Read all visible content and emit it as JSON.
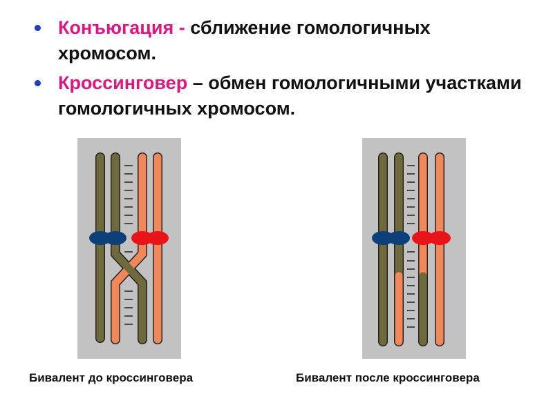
{
  "definitions": [
    {
      "term": "Конъюгация",
      "dash": " - ",
      "text": "сближение гомологичных хромосом."
    },
    {
      "term": "Кроссинговер",
      "dash": " – ",
      "text": "обмен гомологичными участками гомологичных хромосом."
    }
  ],
  "captions": {
    "before": "Бивалент до кроссинговера",
    "after": "Бивалент после кроссинговера"
  },
  "colors": {
    "bullet": "#1f3fbf",
    "term": "#e0157f",
    "olive_chromatid": "#6f6a3c",
    "orange_chromatid": "#f2885a",
    "blue_centromere": "#0d3f78",
    "red_centromere": "#e8141a",
    "panel_background": "#c2c2c2"
  }
}
